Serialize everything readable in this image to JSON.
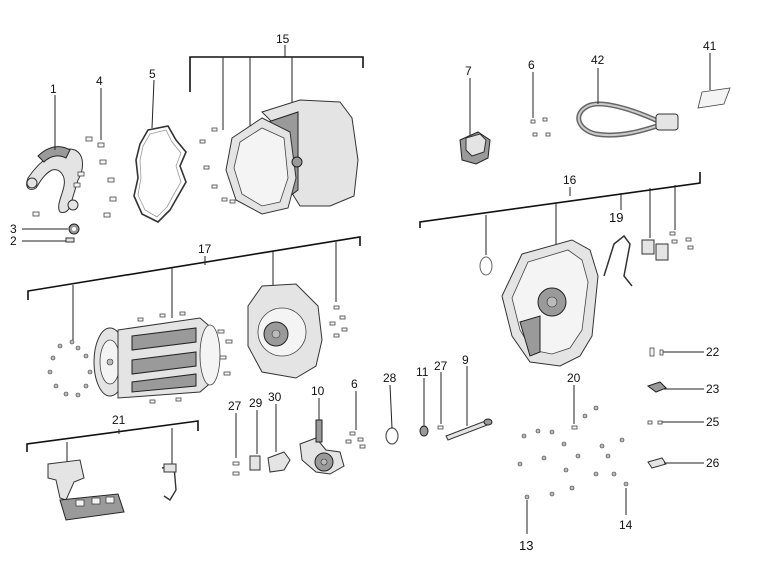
{
  "callouts": {
    "c1": "1",
    "c2": "2",
    "c3": "3",
    "c4": "4",
    "c5": "5",
    "c6a": "6",
    "c6b": "6",
    "c7": "7",
    "c9": "9",
    "c10": "10",
    "c11": "11",
    "c13": "13",
    "c14": "14",
    "c15": "15",
    "c16": "16",
    "c17": "17",
    "c19": "19",
    "c20": "20",
    "c21": "21",
    "c22": "22",
    "c23": "23",
    "c25": "25",
    "c26": "26",
    "c27a": "27",
    "c27b": "27",
    "c28": "28",
    "c29": "29",
    "c30": "30",
    "c41": "41",
    "c42": "42"
  }
}
